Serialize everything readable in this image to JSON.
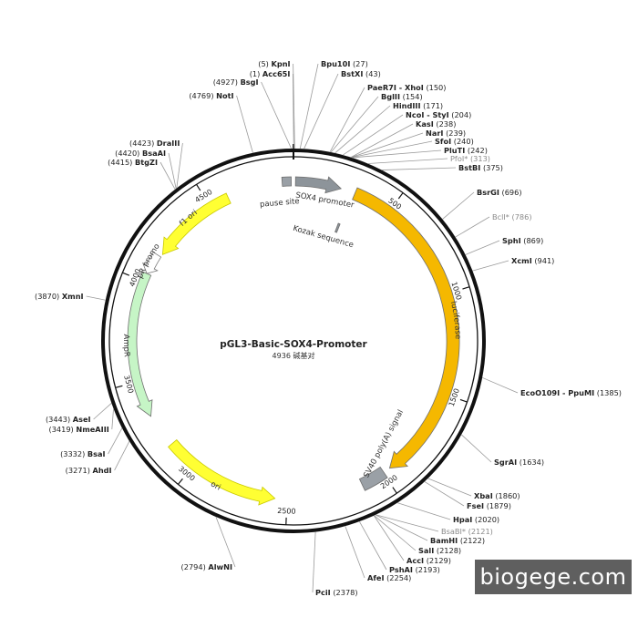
{
  "map": {
    "name": "pGL3-Basic-SOX4-Promoter",
    "length_text": "4936 碱基对",
    "total_bp": 4936,
    "ticks": [
      "500",
      "1000",
      "1500",
      "2000",
      "2500",
      "3000",
      "3500",
      "4000",
      "4500"
    ]
  },
  "features": [
    {
      "id": "pause-site",
      "label": "pause site",
      "start": 4880,
      "end": 4925,
      "type": "box",
      "color": "#9aa0a6"
    },
    {
      "id": "sox4-promoter",
      "label": "SOX4 promoter",
      "start": 10,
      "end": 238,
      "type": "arrow",
      "color": "#8d949a"
    },
    {
      "id": "kozak-sequence",
      "label": "Kozak sequence",
      "start": 286,
      "end": 298,
      "type": "box",
      "color": "#8d949a"
    },
    {
      "id": "luciferase",
      "label": "luciferase",
      "start": 310,
      "end": 1960,
      "type": "arrow",
      "color": "#f5b800"
    },
    {
      "id": "sv40-polya-signal",
      "label": "SV40 poly(A) signal",
      "start": 1995,
      "end": 2118,
      "type": "box",
      "color": "#9aa0a6"
    },
    {
      "id": "ori",
      "label": "ori",
      "start": 2560,
      "end": 3150,
      "type": "arrow-ccw",
      "color": "#ffff33"
    },
    {
      "id": "ampr",
      "label": "AmpR",
      "start": 3320,
      "end": 4040,
      "type": "arrow-ccw",
      "color": "#c6f5c6"
    },
    {
      "id": "ampr-promoter",
      "label": "AmpR promoter",
      "start": 4040,
      "end": 4145,
      "type": "arrow-ccw",
      "color": "#ffffff"
    },
    {
      "id": "f1-ori",
      "label": "f1 ori",
      "start": 4160,
      "end": 4600,
      "type": "arrow-ccw",
      "color": "#ffff33"
    }
  ],
  "sites": [
    {
      "name": "KpnI",
      "pos": "(5)",
      "bp": 5,
      "side": "left"
    },
    {
      "name": "Acc65I",
      "pos": "(1)",
      "bp": 1,
      "side": "left"
    },
    {
      "name": "BsgI",
      "pos": "(4927)",
      "bp": 4927,
      "side": "left"
    },
    {
      "name": "NotI",
      "pos": "(4769)",
      "bp": 4769,
      "side": "left"
    },
    {
      "name": "DraIII",
      "pos": "(4423)",
      "bp": 4423,
      "side": "left"
    },
    {
      "name": "BsaAI",
      "pos": "(4420)",
      "bp": 4420,
      "side": "left"
    },
    {
      "name": "BtgZI",
      "pos": "(4415)",
      "bp": 4415,
      "side": "left"
    },
    {
      "name": "XmnI",
      "pos": "(3870)",
      "bp": 3870,
      "side": "left"
    },
    {
      "name": "AseI",
      "pos": "(3443)",
      "bp": 3443,
      "side": "left"
    },
    {
      "name": "NmeAIII",
      "pos": "(3419)",
      "bp": 3419,
      "side": "left"
    },
    {
      "name": "BsaI",
      "pos": "(3332)",
      "bp": 3332,
      "side": "left"
    },
    {
      "name": "AhdI",
      "pos": "(3271)",
      "bp": 3271,
      "side": "left"
    },
    {
      "name": "AlwNI",
      "pos": "(2794)",
      "bp": 2794,
      "side": "left"
    },
    {
      "name": "Bpu10I",
      "pos": "(27)",
      "bp": 27,
      "side": "right"
    },
    {
      "name": "BstXI",
      "pos": "(43)",
      "bp": 43,
      "side": "right"
    },
    {
      "name": "PaeR7I - XhoI",
      "pos": "(150)",
      "bp": 150,
      "side": "right"
    },
    {
      "name": "BglII",
      "pos": "(154)",
      "bp": 154,
      "side": "right"
    },
    {
      "name": "HindIII",
      "pos": "(171)",
      "bp": 171,
      "side": "right"
    },
    {
      "name": "NcoI - StyI",
      "pos": "(204)",
      "bp": 204,
      "side": "right"
    },
    {
      "name": "KasI",
      "pos": "(238)",
      "bp": 238,
      "side": "right"
    },
    {
      "name": "NarI",
      "pos": "(239)",
      "bp": 239,
      "side": "right"
    },
    {
      "name": "SfoI",
      "pos": "(240)",
      "bp": 240,
      "side": "right"
    },
    {
      "name": "PluTI",
      "pos": "(242)",
      "bp": 242,
      "side": "right"
    },
    {
      "name": "PfoI*",
      "pos": "(313)",
      "bp": 313,
      "side": "right",
      "gray": true
    },
    {
      "name": "BstBI",
      "pos": "(375)",
      "bp": 375,
      "side": "right"
    },
    {
      "name": "BsrGI",
      "pos": "(696)",
      "bp": 696,
      "side": "right"
    },
    {
      "name": "BclI*",
      "pos": "(786)",
      "bp": 786,
      "side": "right",
      "gray": true
    },
    {
      "name": "SphI",
      "pos": "(869)",
      "bp": 869,
      "side": "right"
    },
    {
      "name": "XcmI",
      "pos": "(941)",
      "bp": 941,
      "side": "right"
    },
    {
      "name": "EcoO109I - PpuMI",
      "pos": "(1385)",
      "bp": 1385,
      "side": "right"
    },
    {
      "name": "SgrAI",
      "pos": "(1634)",
      "bp": 1634,
      "side": "right"
    },
    {
      "name": "XbaI",
      "pos": "(1860)",
      "bp": 1860,
      "side": "right"
    },
    {
      "name": "FseI",
      "pos": "(1879)",
      "bp": 1879,
      "side": "right"
    },
    {
      "name": "HpaI",
      "pos": "(2020)",
      "bp": 2020,
      "side": "right"
    },
    {
      "name": "BsaBI*",
      "pos": "(2121)",
      "bp": 2121,
      "side": "right",
      "gray": true
    },
    {
      "name": "BamHI",
      "pos": "(2122)",
      "bp": 2122,
      "side": "right"
    },
    {
      "name": "SalI",
      "pos": "(2128)",
      "bp": 2128,
      "side": "right"
    },
    {
      "name": "AccI",
      "pos": "(2129)",
      "bp": 2129,
      "side": "right"
    },
    {
      "name": "PshAI",
      "pos": "(2193)",
      "bp": 2193,
      "side": "right"
    },
    {
      "name": "AfeI",
      "pos": "(2254)",
      "bp": 2254,
      "side": "right"
    },
    {
      "name": "PciI",
      "pos": "(2378)",
      "bp": 2378,
      "side": "right"
    }
  ],
  "watermark": "biogege.com"
}
